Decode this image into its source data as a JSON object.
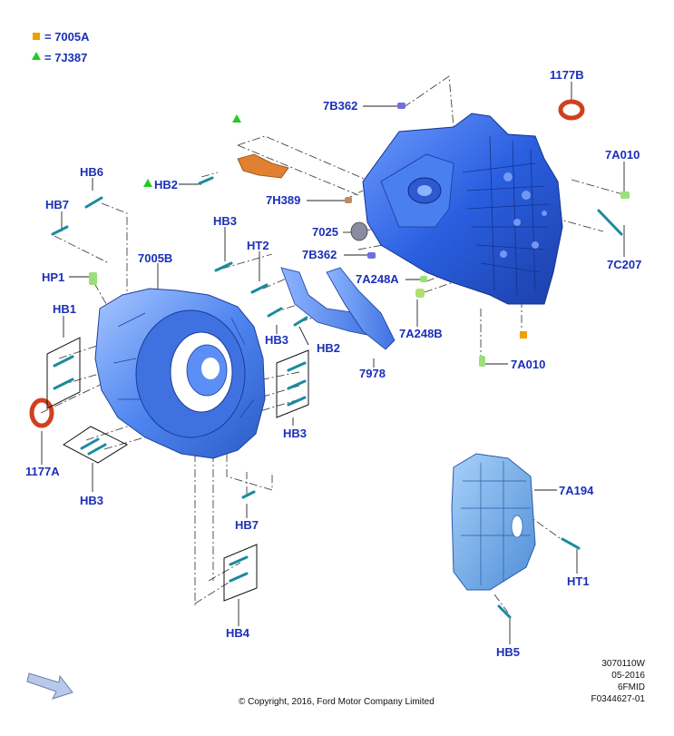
{
  "legend": [
    {
      "symbol": "square",
      "color": "#f0a000",
      "text": "= 7005A"
    },
    {
      "symbol": "triangle",
      "color": "#22cc22",
      "text": "= 7J387"
    }
  ],
  "labels": {
    "l1177B": "1177B",
    "l7B362a": "7B362",
    "l7A010a": "7A010",
    "lHB6": "HB6",
    "lHB2a": "HB2",
    "lHB7a": "HB7",
    "l7H389": "7H389",
    "l7025": "7025",
    "l7C207": "7C207",
    "lHB3a": "HB3",
    "l7B362b": "7B362",
    "lHT2": "HT2",
    "l7005B": "7005B",
    "lHP1": "HP1",
    "l7A248A": "7A248A",
    "lHB1": "HB1",
    "lHB3b": "HB3",
    "l7A248B": "7A248B",
    "lHB2b": "HB2",
    "l7A010b": "7A010",
    "l7978": "7978",
    "lHB3c": "HB3",
    "l1177A": "1177A",
    "lHB3d": "HB3",
    "l7A194": "7A194",
    "lHB7b": "HB7",
    "lHT1": "HT1",
    "lHB4": "HB4",
    "lHB5": "HB5"
  },
  "meta": {
    "code1": "3070110W",
    "code2": "05-2016",
    "code3": "6FMID",
    "code4": "F0344627-01"
  },
  "copyright": "© Copyright, 2016, Ford Motor Company Limited",
  "colors": {
    "label": "#1a2fb8",
    "housing_blue": "#2a5fe0",
    "bolt_cyan": "#30c0d0",
    "seal_red": "#d04020",
    "bracket_orange": "#e08030",
    "pan_blue": "#6aa8e8"
  }
}
